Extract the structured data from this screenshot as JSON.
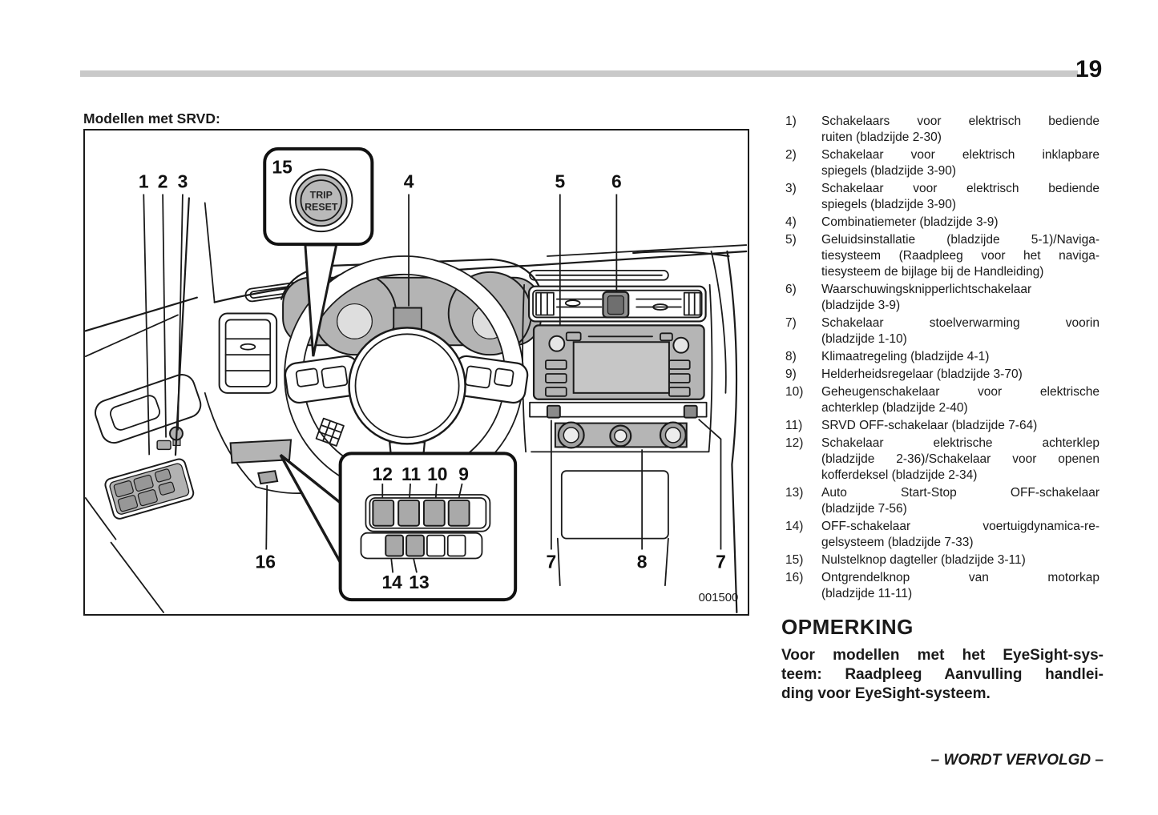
{
  "page": {
    "number": "19"
  },
  "figure": {
    "caption": "Modellen met SRVD:",
    "image_code": "001500",
    "trip_reset_button": {
      "line1": "TRIP",
      "line2": "RESET"
    },
    "callouts": {
      "c1": "1",
      "c2": "2",
      "c3": "3",
      "c4": "4",
      "c5": "5",
      "c6": "6",
      "c7_left": "7",
      "c7_right": "7",
      "c8": "8",
      "c9": "9",
      "c10": "10",
      "c11": "11",
      "c12": "12",
      "c13": "13",
      "c14": "14",
      "c15": "15",
      "c16": "16"
    }
  },
  "legend": {
    "items": [
      {
        "num": "1)",
        "lines": [
          "Schakelaars voor elektrisch bediende",
          "ruiten (bladzijde 2-30)"
        ]
      },
      {
        "num": "2)",
        "lines": [
          "Schakelaar voor elektrisch inklapbare",
          "spiegels (bladzijde 3-90)"
        ]
      },
      {
        "num": "3)",
        "lines": [
          "Schakelaar voor elektrisch bediende",
          "spiegels (bladzijde 3-90)"
        ]
      },
      {
        "num": "4)",
        "lines": [
          "Combinatiemeter (bladzijde 3-9)"
        ]
      },
      {
        "num": "5)",
        "lines": [
          "Geluidsinstallatie (bladzijde 5-1)/Naviga-",
          "tiesysteem (Raadpleeg voor het naviga-",
          "tiesysteem de bijlage bij de Handleiding)"
        ]
      },
      {
        "num": "6)",
        "lines": [
          "Waarschuwingsknipperlichtschakelaar",
          "(bladzijde 3-9)"
        ]
      },
      {
        "num": "7)",
        "lines": [
          "Schakelaar stoelverwarming voorin",
          "(bladzijde 1-10)"
        ]
      },
      {
        "num": "8)",
        "lines": [
          "Klimaatregeling (bladzijde 4-1)"
        ]
      },
      {
        "num": "9)",
        "lines": [
          "Helderheidsregelaar (bladzijde 3-70)"
        ]
      },
      {
        "num": "10)",
        "lines": [
          "Geheugenschakelaar voor elektrische",
          "achterklep (bladzijde 2-40)"
        ]
      },
      {
        "num": "11)",
        "lines": [
          "SRVD OFF-schakelaar (bladzijde 7-64)"
        ]
      },
      {
        "num": "12)",
        "lines": [
          "Schakelaar elektrische achterklep",
          "(bladzijde 2-36)/Schakelaar voor openen",
          "kofferdeksel (bladzijde 2-34)"
        ]
      },
      {
        "num": "13)",
        "lines": [
          "Auto Start-Stop OFF-schakelaar",
          "(bladzijde 7-56)"
        ]
      },
      {
        "num": "14)",
        "lines": [
          "OFF-schakelaar voertuigdynamica-re-",
          "gelsysteem (bladzijde 7-33)"
        ]
      },
      {
        "num": "15)",
        "lines": [
          "Nulstelknop dagteller (bladzijde 3-11)"
        ]
      },
      {
        "num": "16)",
        "lines": [
          "Ontgrendelknop van motorkap",
          "(bladzijde 11-11)"
        ]
      }
    ]
  },
  "note": {
    "heading": "OPMERKING",
    "lines": [
      "Voor modellen met het EyeSight-sys-",
      "teem: Raadpleeg Aanvulling handlei-",
      "ding voor EyeSight-systeem."
    ]
  },
  "footer": {
    "continuation": "– WORDT VERVOLGD –"
  }
}
